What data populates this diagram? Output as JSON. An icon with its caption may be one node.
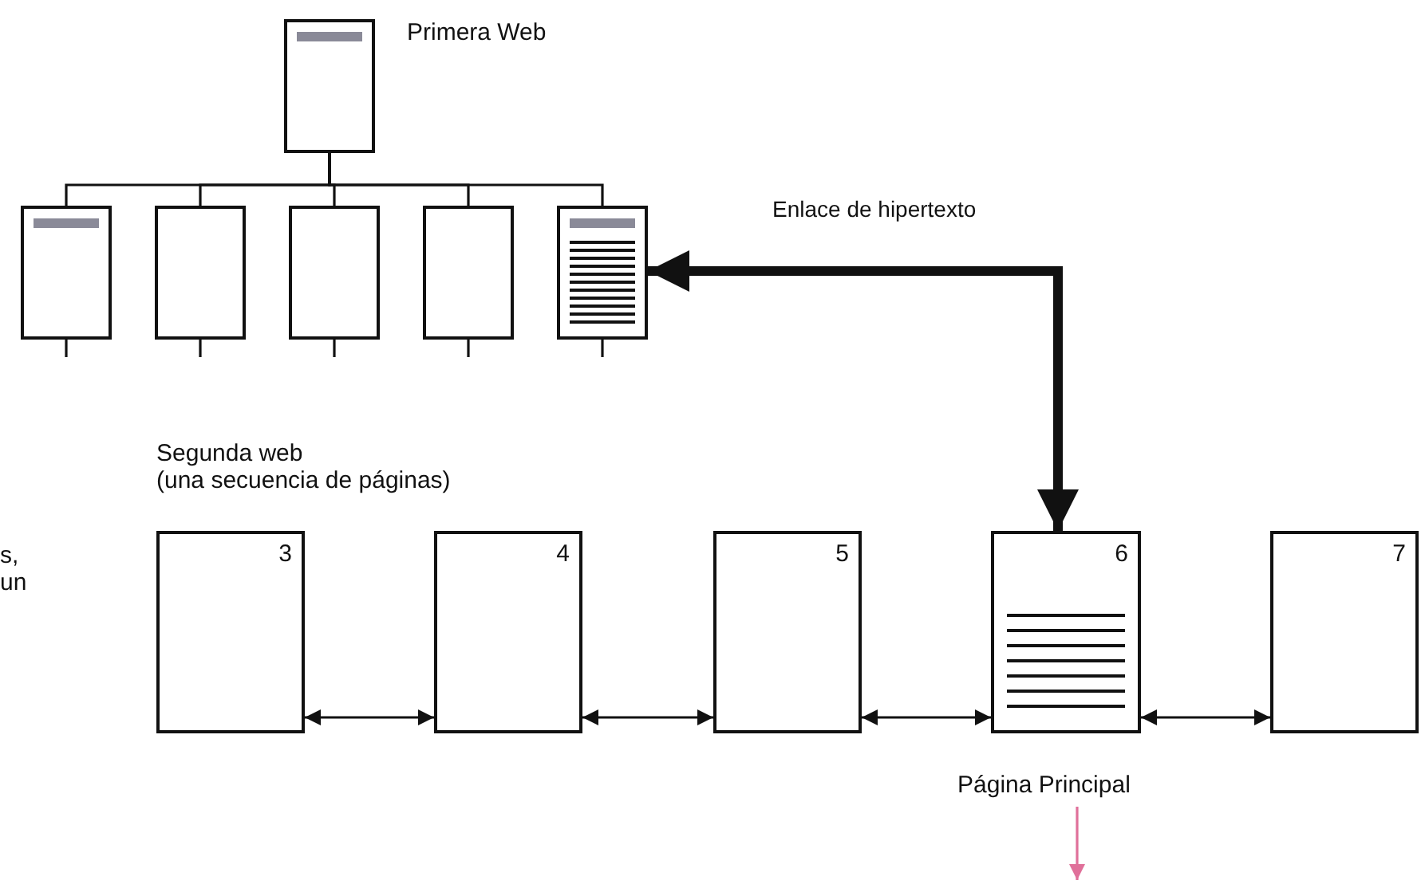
{
  "diagram": {
    "nodes": [
      {
        "text": [],
        "shape": "box",
        "beside": [
          "Primera Web"
        ]
      },
      {
        "text": [],
        "shape": "box"
      },
      {
        "text": [],
        "shape": "box"
      },
      {
        "text": [],
        "shape": "box"
      },
      {
        "text": [],
        "shape": "box"
      },
      {
        "text": [],
        "shape": "box"
      },
      {
        "text": [
          "3"
        ]
      },
      {
        "text": [
          "4"
        ]
      },
      {
        "text": [
          "5"
        ]
      },
      {
        "text": [
          "6"
        ],
        "beside": [
          "Página Principal"
        ]
      },
      {
        "text": [
          "7"
        ]
      }
    ],
    "edges": [
      {
        "from": 0,
        "to": 1,
        "arrow": "none"
      },
      {
        "from": 0,
        "to": 2,
        "arrow": "none"
      },
      {
        "from": 0,
        "to": 3,
        "arrow": "none"
      },
      {
        "from": 0,
        "to": 4,
        "arrow": "none"
      },
      {
        "from": 0,
        "to": 5,
        "arrow": "none"
      },
      {
        "from": 1,
        "to": null,
        "arrow": "none"
      },
      {
        "from": 2,
        "to": null,
        "arrow": "none"
      },
      {
        "from": 3,
        "to": null,
        "arrow": "none"
      },
      {
        "from": 4,
        "to": null,
        "arrow": "none"
      },
      {
        "from": 5,
        "to": null,
        "arrow": "none"
      },
      {
        "from": 5,
        "to": 9,
        "arrow": "both",
        "style": "thick",
        "label": "Enlace de hipertexto"
      },
      {
        "from": 6,
        "to": 7,
        "arrow": "both"
      },
      {
        "from": 7,
        "to": 8,
        "arrow": "both"
      },
      {
        "from": 8,
        "to": 9,
        "arrow": "both"
      },
      {
        "from": 9,
        "to": 10,
        "arrow": "both"
      },
      {
        "from": 9,
        "to": null,
        "arrow": "to",
        "color": "#e0709a"
      }
    ],
    "labels": [
      "Segunda web",
      "(una secuencia de páginas)",
      "s,",
      "un"
    ]
  }
}
